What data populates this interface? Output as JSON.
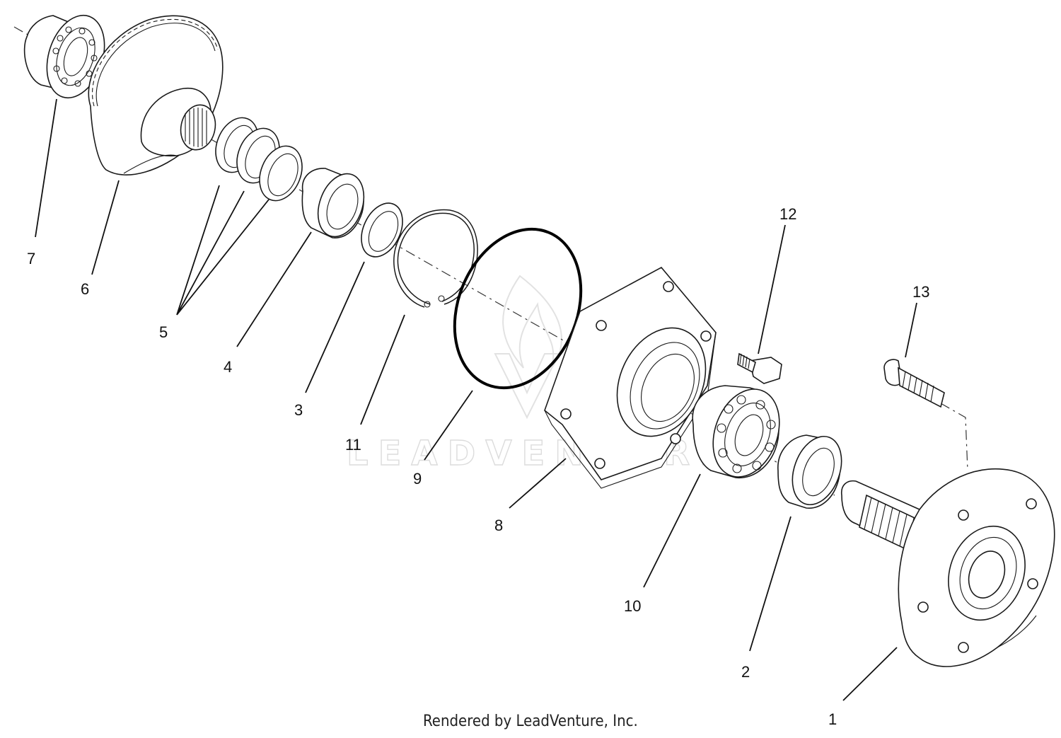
{
  "diagram": {
    "callouts": [
      "1",
      "2",
      "3",
      "4",
      "5",
      "6",
      "7",
      "8",
      "9",
      "10",
      "11",
      "12",
      "13"
    ],
    "credit": "Rendered by LeadVenture, Inc.",
    "watermark": "LEADVENTURE"
  },
  "colors": {
    "ink": "#1a1a1a",
    "watermark": "#dcdcdc",
    "background": "#ffffff"
  }
}
